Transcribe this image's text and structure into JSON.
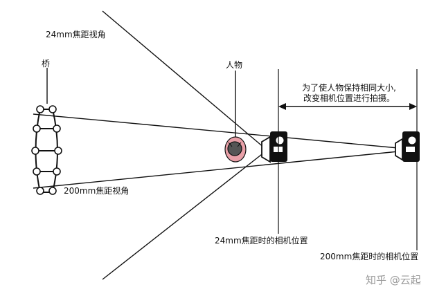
{
  "labels": {
    "wide_angle": "24mm焦距视角",
    "bridge": "桥",
    "person": "人物",
    "note_line1": "为了使人物保持相同大小,",
    "note_line2": "改变相机位置进行拍摄。",
    "tele_angle": "200mm焦距视角",
    "cam24_pos": "24mm焦距时的相机位置",
    "cam200_pos": "200mm焦距时的相机位置"
  },
  "watermark": {
    "brand": "知乎",
    "author": "@云起"
  },
  "colors": {
    "line": "#111111",
    "bridge_node": "#ffffff",
    "person_head": "#555555",
    "person_body": "#e9a0a8",
    "watermark": "#9a9a9a"
  }
}
